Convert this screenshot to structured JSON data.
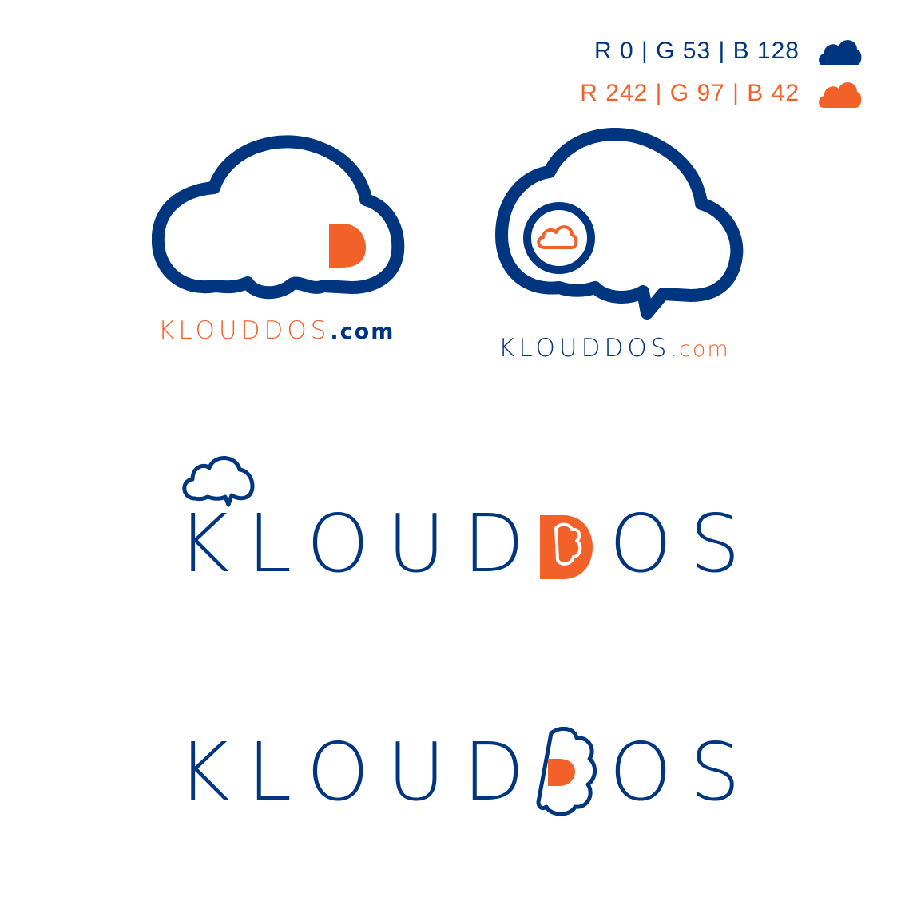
{
  "colors": {
    "primary_blue": "#003580",
    "accent_orange": "#f2612a"
  },
  "swatches": [
    {
      "label": "R 0 | G 53 | B 128",
      "color": "#003580",
      "icon": "cloud-icon"
    },
    {
      "label": "R 242 | G 97 | B 42",
      "color": "#f2612a",
      "icon": "cloud-icon"
    }
  ],
  "logo_a": {
    "name": "KLOUDDOS",
    "domain": ".com",
    "mark_letter": "D"
  },
  "logo_b": {
    "name": "KLOUDDOS",
    "domain": ".com"
  },
  "logo_c": {
    "prefix": "KLOUD",
    "suffix": "OS"
  },
  "logo_d": {
    "prefix": "KLOUD",
    "suffix": "OS"
  }
}
